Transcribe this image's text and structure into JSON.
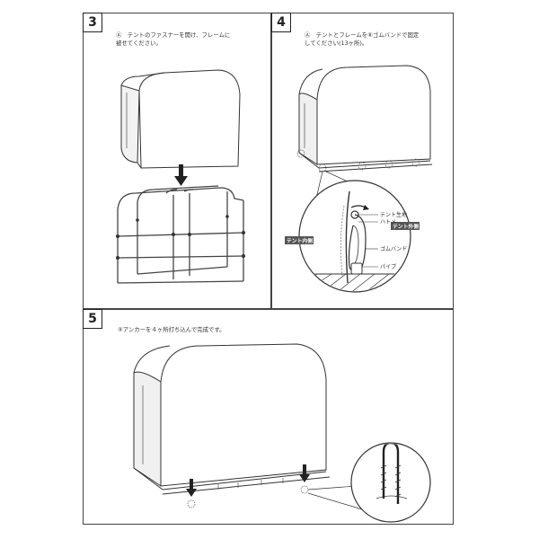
{
  "steps": [
    {
      "number": "3",
      "text": "Ⓐ　テントのファスナーを開け、フレームに\n被せてください。"
    },
    {
      "number": "4",
      "text": "Ⓐ　テントとフレームを⑥ゴムバンドで固定\nしてください(13ヶ所)。",
      "callouts": {
        "tent_fabric": "テント生地",
        "grommet": "ハトメ",
        "rubber_band": "ゴムバンド",
        "pipe": "パイプ",
        "tent_inside": "テント内側",
        "tent_outside": "テント外側"
      }
    },
    {
      "number": "5",
      "text": "⑤アンカーを４ヶ所打ち込んで完成です。"
    }
  ],
  "colors": {
    "border": "#444444",
    "tag_bg": "#555555",
    "line": "#333333"
  }
}
